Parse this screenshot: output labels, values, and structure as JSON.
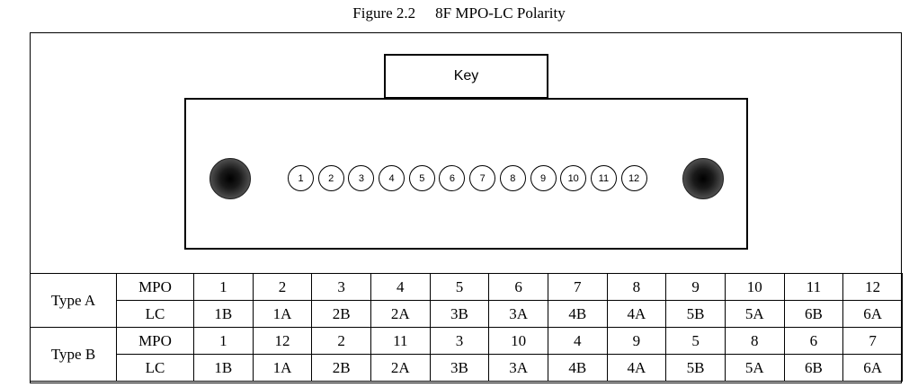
{
  "figure": {
    "number": "Figure 2.2",
    "title": "8F MPO-LC Polarity"
  },
  "key_label": "Key",
  "fiber_labels": [
    "1",
    "2",
    "3",
    "4",
    "5",
    "6",
    "7",
    "8",
    "9",
    "10",
    "11",
    "12"
  ],
  "table": {
    "rows": [
      {
        "type": "Type A",
        "mpo_label": "MPO",
        "mpo": [
          "1",
          "2",
          "3",
          "4",
          "5",
          "6",
          "7",
          "8",
          "9",
          "10",
          "11",
          "12"
        ],
        "lc_label": "LC",
        "lc": [
          "1B",
          "1A",
          "2B",
          "2A",
          "3B",
          "3A",
          "4B",
          "4A",
          "5B",
          "5A",
          "6B",
          "6A"
        ]
      },
      {
        "type": "Type B",
        "mpo_label": "MPO",
        "mpo": [
          "1",
          "12",
          "2",
          "11",
          "3",
          "10",
          "4",
          "9",
          "5",
          "8",
          "6",
          "7"
        ],
        "lc_label": "LC",
        "lc": [
          "1B",
          "1A",
          "2B",
          "2A",
          "3B",
          "3A",
          "4B",
          "4A",
          "5B",
          "5A",
          "6B",
          "6A"
        ]
      }
    ]
  }
}
